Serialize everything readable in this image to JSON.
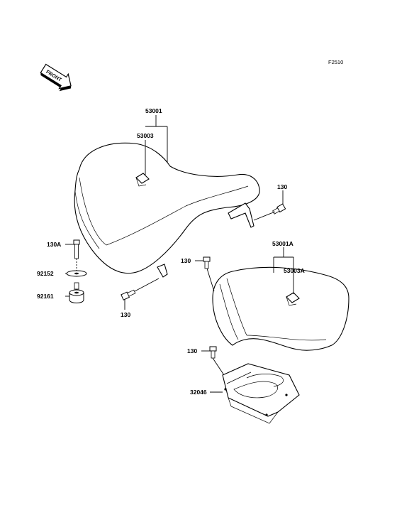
{
  "figure_code": "F2510",
  "front_badge": "FRONT",
  "labels": {
    "seat_assy": "53001",
    "seat_assy_sub": "53003",
    "bolt_rear_bracket": "130",
    "bolt_130a": "130A",
    "collar": "92152",
    "damper": "92161",
    "bolt_front_left": "130",
    "rear_bolt_upper": "130",
    "rear_seat": "53001A",
    "rear_seat_sub": "53003A",
    "rear_bolt_lower": "130",
    "plate": "32046"
  }
}
